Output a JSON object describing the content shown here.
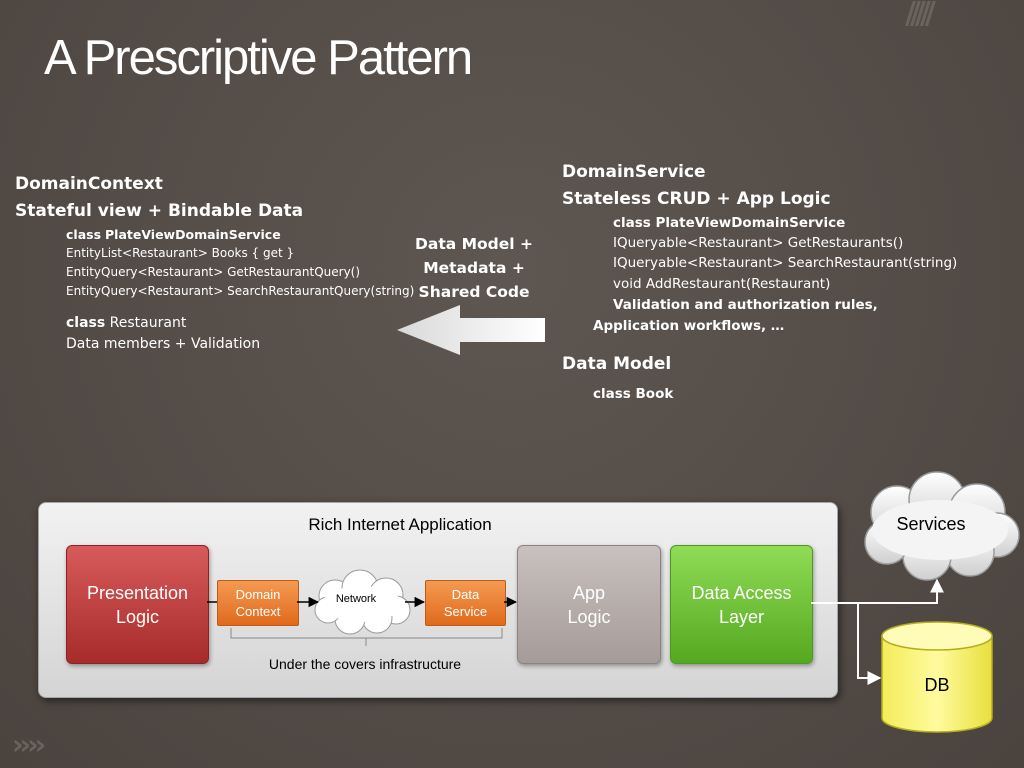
{
  "title": "A Prescriptive Pattern",
  "left": {
    "heading1": "DomainContext",
    "heading2": "Stateful view + Bindable Data",
    "class_kw": "class",
    "class_name": "PlateViewDomainService",
    "lines": [
      "EntityList<Restaurant> Books { get }",
      "EntityQuery<Restaurant> GetRestaurantQuery()",
      "EntityQuery<Restaurant> SearchRestaurantQuery(string)"
    ],
    "restaurant_kw": "class",
    "restaurant_name": "Restaurant",
    "restaurant_desc": "Data members + Validation"
  },
  "middle": {
    "lines": [
      "Data Model +",
      "Metadata +",
      "Shared Code"
    ]
  },
  "right": {
    "heading1": "DomainService",
    "heading2": "Stateless CRUD + App Logic",
    "class_line": "class PlateViewDomainService",
    "lines": [
      "IQueryable<Restaurant> GetRestaurants()",
      "IQueryable<Restaurant> SearchRestaurant(string)",
      "void AddRestaurant(Restaurant)"
    ],
    "rules1": "Validation and authorization rules,",
    "rules2": "Application workflows, …",
    "data_model": "Data Model",
    "class_book": "class Book"
  },
  "diagram": {
    "panel_title": "Rich Internet Application",
    "presentation": "Presentation\nLogic",
    "domain_context": "Domain\nContext",
    "network": "Network",
    "data_service": "Data\nService",
    "app_logic": "App\nLogic",
    "data_access": "Data Access\nLayer",
    "under_covers": "Under the covers infrastructure",
    "services": "Services",
    "db": "DB"
  }
}
